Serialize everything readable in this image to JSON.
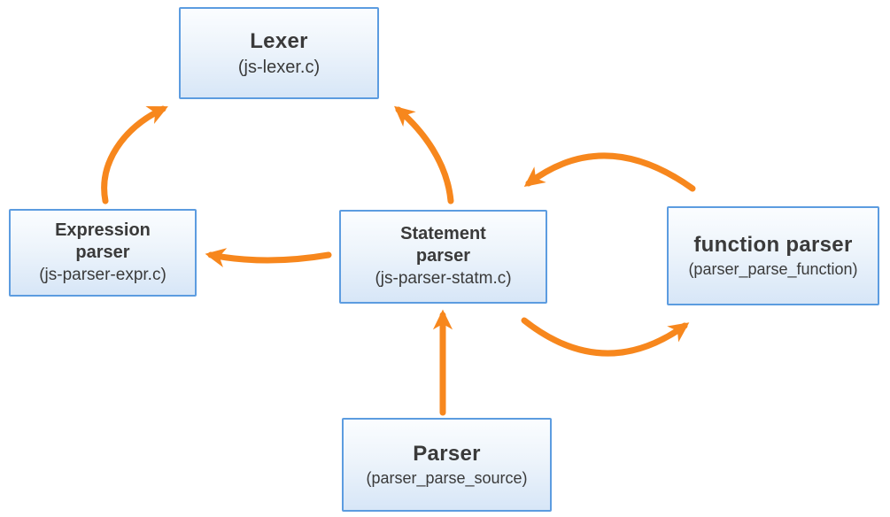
{
  "colors": {
    "arrow": "#F7871D",
    "box_border": "#5C9CE0",
    "box_fill_top": "#FBFDFF",
    "box_fill_bottom": "#D7E6F7",
    "text": "#3A3A3A"
  },
  "nodes": {
    "lexer": {
      "title": "Lexer",
      "subtitle": "(js-lexer.c)"
    },
    "expression_parser": {
      "title": "Expression\nparser",
      "subtitle": "(js-parser-expr.c)"
    },
    "statement_parser": {
      "title": "Statement\nparser",
      "subtitle": "(js-parser-statm.c)"
    },
    "function_parser": {
      "title": "function parser",
      "subtitle": "(parser_parse_function)"
    },
    "parser": {
      "title": "Parser",
      "subtitle": "(parser_parse_source)"
    }
  },
  "edges": [
    {
      "from": "expression_parser",
      "to": "lexer"
    },
    {
      "from": "statement_parser",
      "to": "lexer"
    },
    {
      "from": "statement_parser",
      "to": "expression_parser"
    },
    {
      "from": "function_parser",
      "to": "statement_parser"
    },
    {
      "from": "statement_parser",
      "to": "function_parser"
    },
    {
      "from": "parser",
      "to": "statement_parser"
    }
  ]
}
